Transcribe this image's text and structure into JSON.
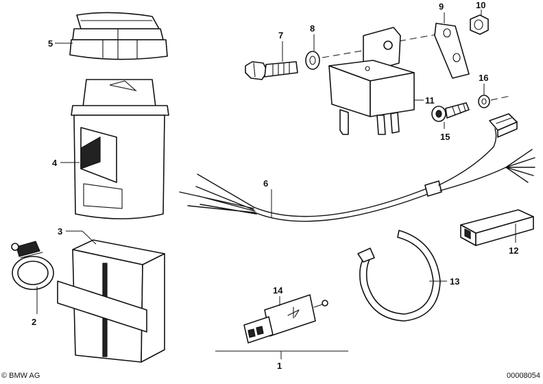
{
  "callouts": {
    "c1": "1",
    "c2": "2",
    "c3": "3",
    "c4": "4",
    "c5": "5",
    "c6": "6",
    "c7": "7",
    "c8": "8",
    "c9": "9",
    "c10": "10",
    "c11": "11",
    "c12": "12",
    "c13": "13",
    "c14": "14",
    "c15": "15",
    "c16": "16"
  },
  "footer": {
    "copyright": "© BMW AG",
    "doc_number": "00008054"
  }
}
